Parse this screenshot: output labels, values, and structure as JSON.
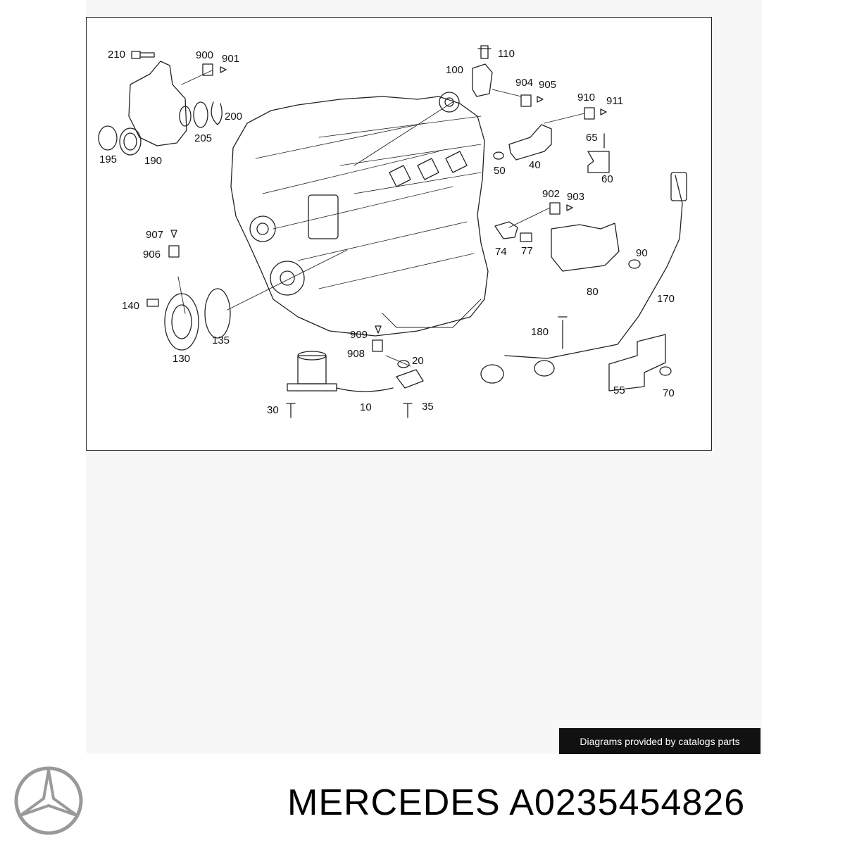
{
  "diagram": {
    "callouts": {
      "c210": "210",
      "c900": "900",
      "c901": "901",
      "c200": "200",
      "c205": "205",
      "c195": "195",
      "c190": "190",
      "c110": "110",
      "c100": "100",
      "c904": "904",
      "c905": "905",
      "c910": "910",
      "c911": "911",
      "c65": "65",
      "c50": "50",
      "c40": "40",
      "c60": "60",
      "c902": "902",
      "c903": "903",
      "c74": "74",
      "c77": "77",
      "c90": "90",
      "c80": "80",
      "c170": "170",
      "c907": "907",
      "c906": "906",
      "c140": "140",
      "c135": "135",
      "c130": "130",
      "c909": "909",
      "c908": "908",
      "c20": "20",
      "c180": "180",
      "c30": "30",
      "c10": "10",
      "c35": "35",
      "c55": "55",
      "c70": "70"
    }
  },
  "credit": {
    "text": "Diagrams provided by catalogs parts"
  },
  "brand": {
    "logo_name": "mercedes-star-logo"
  },
  "caption": {
    "text": "MERCEDES A0235454826"
  },
  "colors": {
    "line": "#222222",
    "frame": "#222222",
    "credit_bg": "#111111",
    "logo": "#999999"
  }
}
